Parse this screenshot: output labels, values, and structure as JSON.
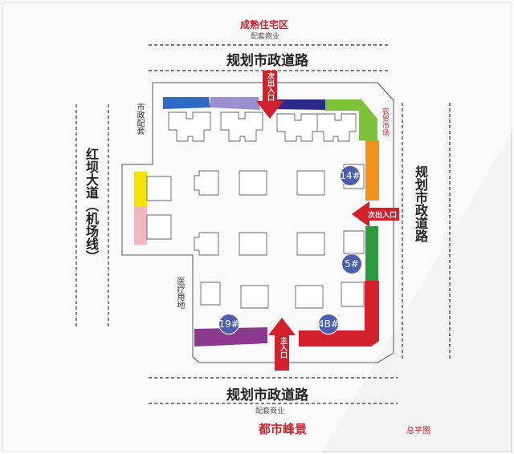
{
  "north_area": {
    "name": "成熟住宅区",
    "subtitle": "配套商业"
  },
  "north_road": "规划市政道路",
  "south_road": "规划市政道路",
  "south_area": {
    "subtitle": "配套商业"
  },
  "east_road": "规划市政道路",
  "west_road": "红坝大道（机场线）",
  "municipal_facility": "市政配套",
  "medical_land": "医疗用地",
  "market": "农贸市场",
  "entrances": {
    "north": "次出入口",
    "east": "次出入口",
    "south": "主入口"
  },
  "building_labels": {
    "b14": "14#",
    "b5": "5#",
    "b19": "19#",
    "b4b": "4B#"
  },
  "project_name": "都市峰景",
  "caption": "总平图",
  "colors": {
    "blue": "#2f6bc2",
    "lavender": "#9b8fd0",
    "navy": "#2b2a8a",
    "lime": "#7cc33a",
    "orange": "#f0911a",
    "green": "#2e9a3e",
    "red": "#d4202a",
    "purple": "#8a3a8c",
    "yellow": "#f3e300",
    "pink": "#f3b5bf",
    "pin": "#4a5fae"
  }
}
